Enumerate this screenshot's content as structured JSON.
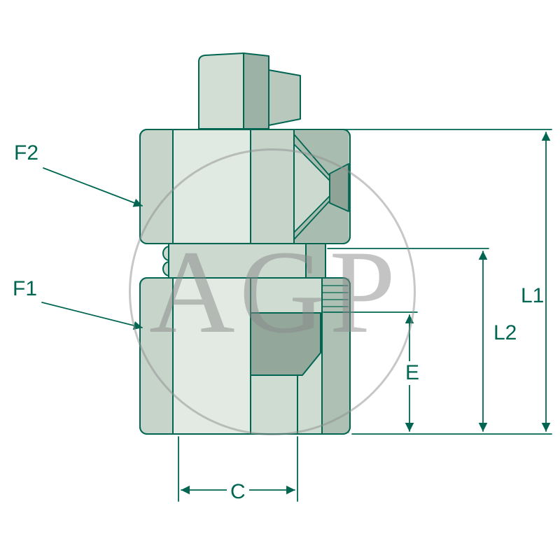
{
  "drawing": {
    "watermark_text": "AGP",
    "dimension_labels": {
      "f2": "F2",
      "f1": "F1",
      "l1": "L1",
      "l2": "L2",
      "e": "E",
      "c": "C"
    }
  },
  "colors": {
    "line": "#006651",
    "fill_base": "#c6d4ca",
    "fill_light": "#e2eae3",
    "fill_medium": "#b9c8bd",
    "fill_dark": "#9db2a6",
    "fill_darkest": "#8fa497",
    "watermark_gray": "#8a8a8a",
    "background": "#ffffff"
  }
}
